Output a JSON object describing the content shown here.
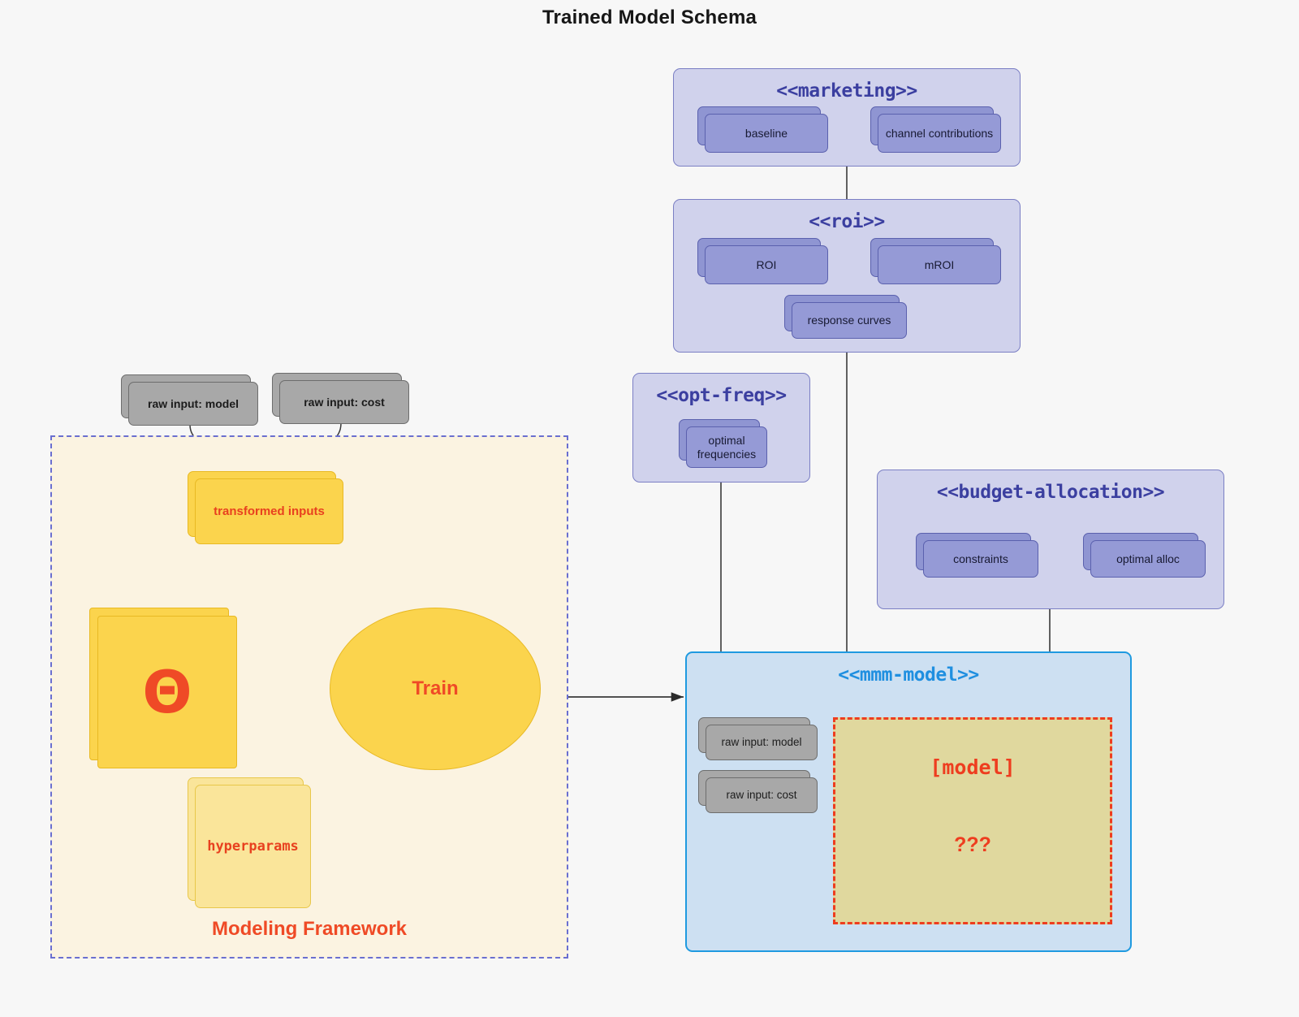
{
  "title": "Trained Model Schema",
  "colors": {
    "background": "#f7f7f7",
    "package_fill": "#d0d2ec",
    "package_border": "#7b7fc4",
    "package_title": "#3b3fa0",
    "inner_card_fill": "#959ad6",
    "mmm_fill": "#cde0f2",
    "mmm_border": "#1f9ae0",
    "mmm_title": "#1f8fe0",
    "accent_red": "#ee3d1f",
    "yellow_fill": "#fbd44d",
    "pale_yellow_fill": "#fae59a",
    "grey_fill": "#a8a8a8",
    "model_box_fill": "#e0d89e",
    "framework_fill": "#fbf3e1",
    "framework_border": "#6a6fd0"
  },
  "packages": {
    "marketing": {
      "title": "<<marketing>>",
      "items": [
        {
          "label": "baseline"
        },
        {
          "label": "channel contributions"
        }
      ],
      "relation": "bidirectional"
    },
    "roi": {
      "title": "<<roi>>",
      "items": [
        {
          "label": "ROI"
        },
        {
          "label": "mROI"
        },
        {
          "label": "response curves"
        }
      ],
      "relation": "bidirectional"
    },
    "opt_freq": {
      "title": "<<opt-freq>>",
      "items": [
        {
          "label": "optimal frequencies"
        }
      ]
    },
    "budget_allocation": {
      "title": "<<budget-allocation>>",
      "items": [
        {
          "label": "constraints"
        },
        {
          "label": "optimal alloc"
        }
      ],
      "relation": "bidirectional"
    },
    "mmm_model": {
      "title": "<<mmm-model>>",
      "inputs": [
        {
          "label": "raw input: model"
        },
        {
          "label": "raw input: cost"
        }
      ],
      "model_box": {
        "title": "[model]",
        "body": "???"
      }
    }
  },
  "modeling_framework": {
    "label": "Modeling Framework",
    "raw_inputs": [
      {
        "label": "raw input: model"
      },
      {
        "label": "raw input: cost"
      }
    ],
    "transformed_inputs": {
      "label": "transformed inputs"
    },
    "theta": {
      "glyph": "Θ"
    },
    "hyperparams": {
      "label": "hyperparams"
    },
    "train": {
      "label": "Train"
    }
  }
}
